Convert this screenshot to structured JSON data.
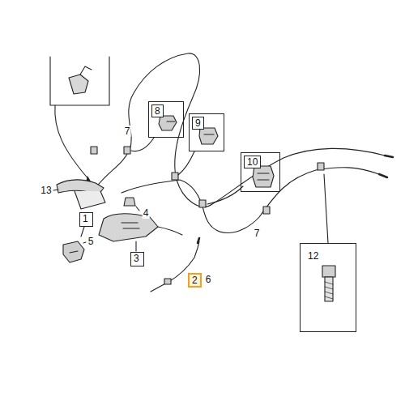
{
  "diagram": {
    "nodes": [
      {
        "text": [
          "8"
        ]
      },
      {
        "text": [
          "9"
        ]
      },
      {
        "text": [
          "10"
        ]
      },
      {
        "text": [
          "1"
        ]
      },
      {
        "text": [
          "12"
        ]
      },
      {
        "text": [
          "3"
        ]
      },
      {
        "text": [
          "2"
        ]
      }
    ],
    "labels": [
      "7",
      "13",
      "4",
      "7",
      "5",
      "6"
    ]
  }
}
